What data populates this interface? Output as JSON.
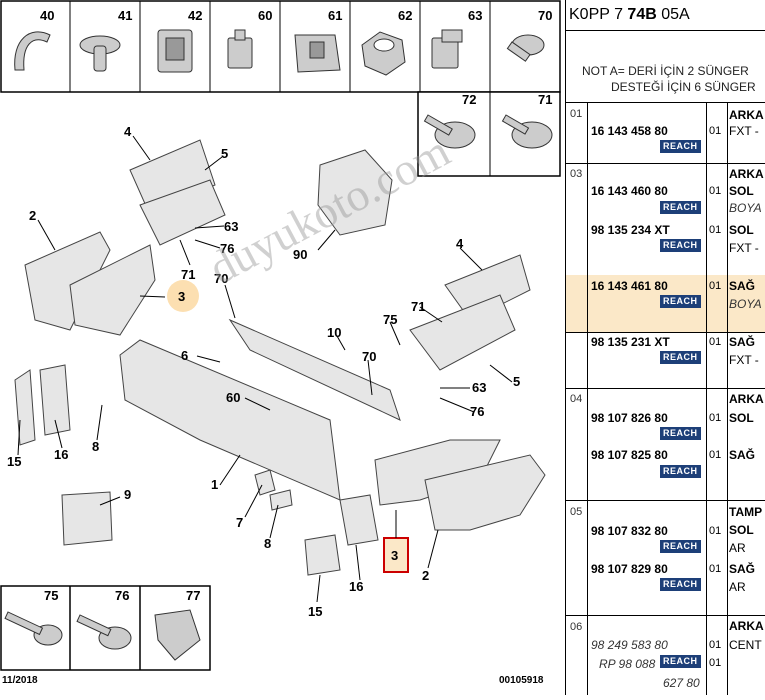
{
  "header": {
    "prefix": "K0PP 7 ",
    "model": "74B",
    "suffix": " 05A"
  },
  "note": {
    "line1": "NOT A= DERİ İÇİN 2 SÜNGER",
    "line2": "DESTEĞİ İÇİN 6 SÜNGER"
  },
  "reach_label": "REACH",
  "thumbs_top": [
    "40",
    "41",
    "42",
    "60",
    "61",
    "62",
    "63",
    "70"
  ],
  "thumbs_right": [
    "72",
    "71"
  ],
  "thumbs_bottom": [
    "75",
    "76",
    "77"
  ],
  "callouts": [
    "4",
    "5",
    "63",
    "76",
    "71",
    "2",
    "3",
    "90",
    "70",
    "4",
    "71",
    "75",
    "10",
    "6",
    "70",
    "63",
    "5",
    "76",
    "60",
    "15",
    "16",
    "8",
    "9",
    "1",
    "7",
    "8",
    "16",
    "3",
    "15",
    "2"
  ],
  "footer": {
    "date": "11/2018",
    "code": "00105918"
  },
  "watermark": "duyukoto.com",
  "rows": [
    {
      "ref": "01",
      "items": [
        {
          "pn": "16 143 458 80",
          "qty": "01",
          "desc1": "ARKA",
          "desc2": "FXT -"
        }
      ]
    },
    {
      "ref": "03",
      "items": [
        {
          "pn": "16 143 460 80",
          "qty": "01",
          "desc0": "ARKA",
          "desc1": "SOL",
          "desc2": "BOYA"
        },
        {
          "pn": "98 135 234 XT",
          "qty": "01",
          "desc1": "SOL",
          "desc2": "FXT -"
        },
        {
          "pn": "16 143 461 80",
          "qty": "01",
          "desc1": "SAĞ",
          "desc2": "BOYA"
        },
        {
          "pn": "98 135 231 XT",
          "qty": "01",
          "desc1": "SAĞ",
          "desc2": "FXT -"
        }
      ]
    },
    {
      "ref": "04",
      "items": [
        {
          "pn": "98 107 826 80",
          "qty": "01",
          "desc0": "ARKA",
          "desc1": "SOL"
        },
        {
          "pn": "98 107 825 80",
          "qty": "01",
          "desc1": "SAĞ"
        }
      ]
    },
    {
      "ref": "05",
      "items": [
        {
          "pn": "98 107 832 80",
          "qty": "01",
          "desc0": "TAMP",
          "desc1": "SOL",
          "desc2": "AR"
        },
        {
          "pn": "98 107 829 80",
          "qty": "01",
          "desc1": "SAĞ",
          "desc2": "AR"
        }
      ]
    },
    {
      "ref": "06",
      "items": [
        {
          "pn": "98 249 583 80",
          "qty": "01",
          "desc0": "ARKA",
          "desc1": "CENT"
        },
        {
          "pn": "RP 98 088",
          "qty": "01"
        },
        {
          "pn": "627 80"
        }
      ]
    }
  ]
}
